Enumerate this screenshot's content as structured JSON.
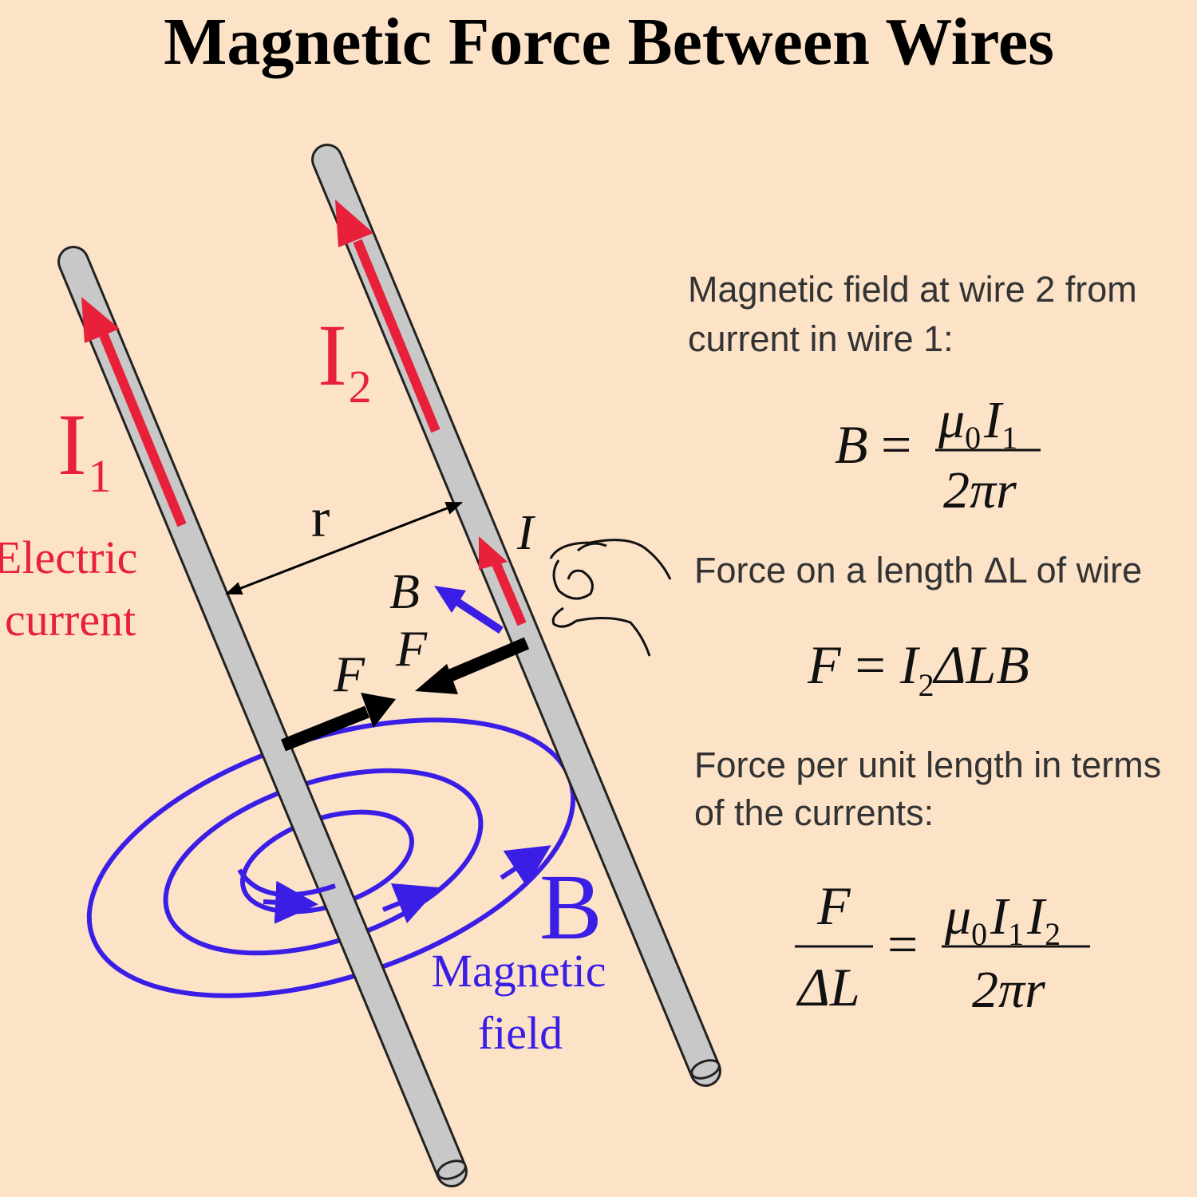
{
  "title": "Magnetic Force Between Wires",
  "labels": {
    "current1_letter": "I",
    "current1_sub": "1",
    "current2_letter": "I",
    "current2_sub": "2",
    "electric_line1": "Electric",
    "electric_line2": "current",
    "distance": "r",
    "force_left": "F",
    "force_right": "F",
    "field_b_small": "B",
    "current_i": "I",
    "field_b_big": "B",
    "magnetic_line1": "Magnetic",
    "magnetic_line2": "field"
  },
  "text": {
    "field_desc_line1": "Magnetic field at wire 2 from",
    "field_desc_line2": "current in wire 1:",
    "force_desc": "Force on a length ΔL of wire",
    "per_length_line1": "Force per unit length in terms",
    "per_length_line2": "of the currents:"
  },
  "equations": {
    "eq1_lhs": "B",
    "eq1_equals": "=",
    "eq1_num_mu": "μ",
    "eq1_num_mu_sub": "0",
    "eq1_num_I": "I",
    "eq1_num_I_sub": "1",
    "eq1_den": "2πr",
    "eq2_lhs": "F",
    "eq2_equals": "=",
    "eq2_I": "I",
    "eq2_I_sub": "2",
    "eq2_rest": "ΔLB",
    "eq3_lhs_num": "F",
    "eq3_lhs_den": "ΔL",
    "eq3_equals": "=",
    "eq3_mu": "μ",
    "eq3_mu_sub": "0",
    "eq3_I1": "I",
    "eq3_I1_sub": "1",
    "eq3_I2": "I",
    "eq3_I2_sub": "2",
    "eq3_den": "2πr"
  },
  "colors": {
    "background": "#fce3c8",
    "wire": "#c8c8c8",
    "current_arrow": "#e8203a",
    "field": "#3a1ee6",
    "force": "#000000"
  }
}
